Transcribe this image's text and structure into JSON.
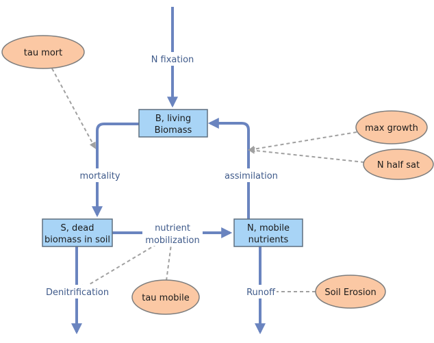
{
  "stocks": {
    "living_biomass": [
      "B, living",
      "Biomass"
    ],
    "dead_biomass": [
      "S, dead",
      "biomass in soil"
    ],
    "mobile_nutrients": [
      "N, mobile",
      "nutrients"
    ]
  },
  "flows": {
    "n_fixation": "N fixation",
    "mortality": "mortality",
    "assimilation": "assimilation",
    "mobilization": [
      "nutrient",
      "mobilization"
    ],
    "denitrification": "Denitrification",
    "runoff": "Runoff"
  },
  "variables": {
    "tau_mort": "tau mort",
    "max_growth": "max growth",
    "n_half_sat": "N half sat",
    "tau_mobile": "tau mobile",
    "soil_erosion": "Soil Erosion"
  },
  "colors": {
    "flow": "#6a84bf",
    "stock_fill": "#a8d4f6",
    "variable_fill": "#fbc8a4",
    "link": "#a0a0a0",
    "label": "#3f5a8a"
  }
}
